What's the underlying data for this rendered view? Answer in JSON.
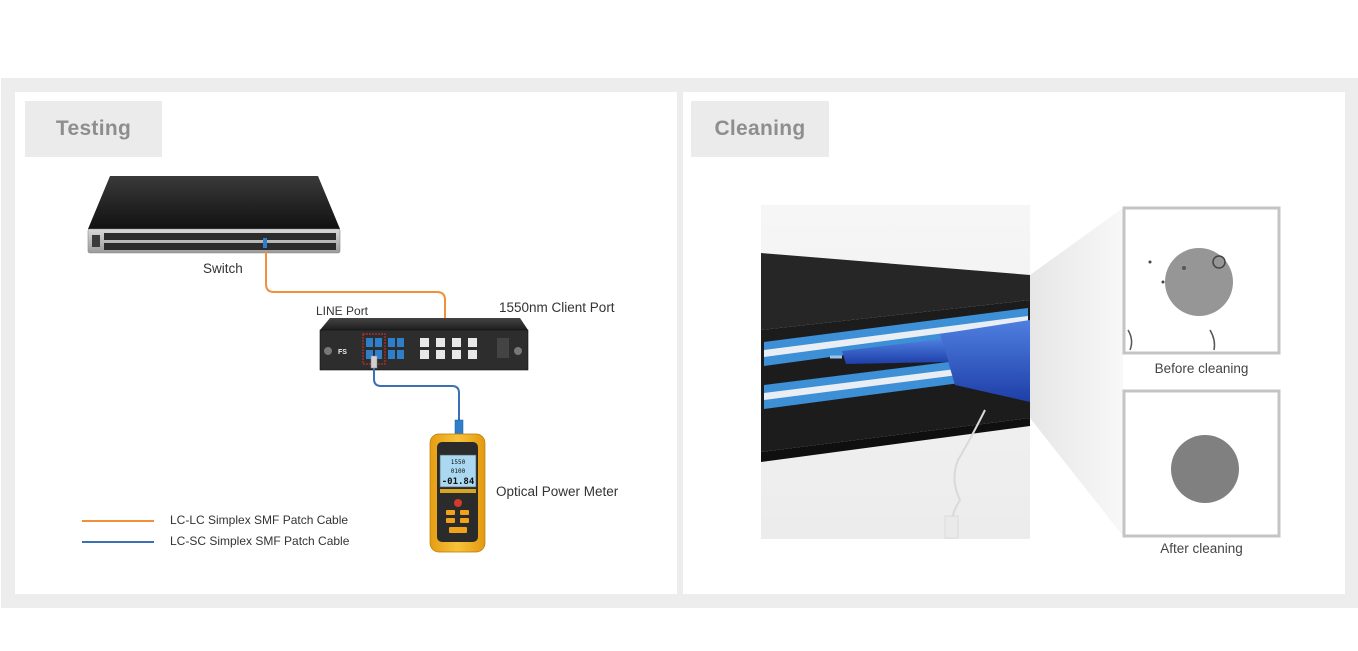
{
  "testing": {
    "heading": "Testing",
    "labels": {
      "switch": "Switch",
      "line_port": "LINE Port",
      "client_port": "1550nm Client Port",
      "power_meter": "Optical Power Meter"
    },
    "meter_display": {
      "top": "1550",
      "middle": "0100",
      "bottom": "-01.84"
    },
    "legend": [
      {
        "label": "LC-LC Simplex SMF Patch Cable",
        "color": "#f0903a"
      },
      {
        "label": "LC-SC Simplex SMF Patch Cable",
        "color": "#3b6fb6"
      }
    ]
  },
  "cleaning": {
    "heading": "Cleaning",
    "captions": {
      "before": "Before cleaning",
      "after": "After cleaning"
    }
  },
  "colors": {
    "frame": "#ededed",
    "tag_bg": "#ebebeb",
    "tag_text": "#8e8e8e",
    "adapter_blue": "#2f7ec9",
    "orange_cable": "#f0903a",
    "blue_cable": "#3b6fb6",
    "meter_yellow": "#f2b41c"
  }
}
